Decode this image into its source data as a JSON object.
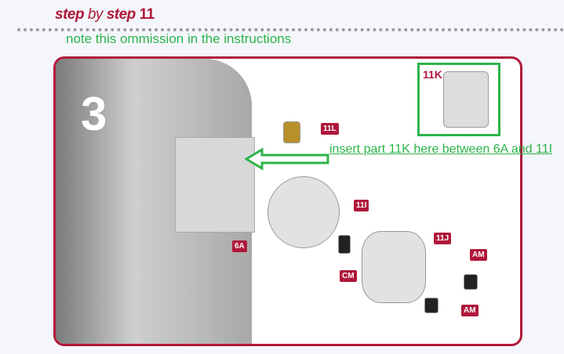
{
  "header": {
    "step": "step",
    "by": "by",
    "step2": "step",
    "number": "11"
  },
  "note": "note this ommission in the instructions",
  "panel": {
    "step_number": "3",
    "labels": [
      "11L",
      "11I",
      "11J",
      "6A",
      "CM",
      "AM",
      "AM"
    ]
  },
  "inset": {
    "label": "11K"
  },
  "callout": "insert part 11K here between 6A and 11I",
  "colors": {
    "brand": "#b0183a",
    "annotation": "#2db34a"
  }
}
